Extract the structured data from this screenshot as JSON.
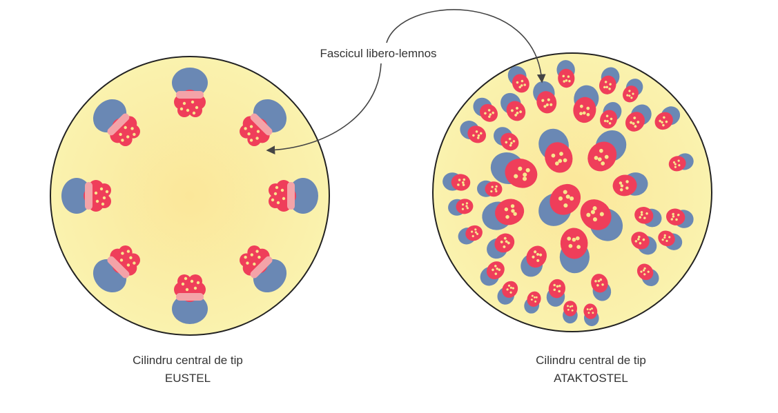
{
  "callout": {
    "label": "Fascicul libero-lemnos"
  },
  "left_diagram": {
    "caption_line1": "Cilindru central de tip",
    "caption_line2": "EUSTEL",
    "bundle_count": 8,
    "arrangement": "ring"
  },
  "right_diagram": {
    "caption_line1": "Cilindru central de tip",
    "caption_line2": "ATAKTOSTEL",
    "arrangement": "scattered"
  },
  "colors": {
    "cylinder_fill": "#faf0a6",
    "cylinder_center": "#fbe79a",
    "cylinder_stroke": "#222222",
    "phloem": "#ef3e5a",
    "xylem": "#6a88b4",
    "cambium": "#f4a3a8",
    "vessel_dots": "#f8e68d",
    "text": "#333333",
    "arrow": "#444444"
  }
}
